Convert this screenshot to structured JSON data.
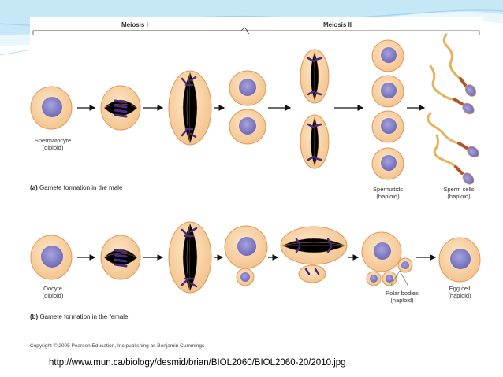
{
  "colors": {
    "cell_fill": "#f8d3a5",
    "cell_edge": "#dd9a5a",
    "nucleus": "#7d79c4",
    "chromosome": "#4a2c7a",
    "spindle": "#b8864a",
    "arrow": "#111111",
    "slide_accent": "#9fd6ee"
  },
  "figure": {
    "meiosis_1": "Meiosis I",
    "meiosis_2": "Meiosis II",
    "male": {
      "caption_letter": "(a)",
      "caption_text": "Gamete formation in the male",
      "start_label": "Spermatocyte",
      "start_sub": "(diploid)",
      "spermatids_label": "Spermatids",
      "spermatids_sub": "(haploid)",
      "sperm_label": "Sperm cells",
      "sperm_sub": "(haploid)"
    },
    "female": {
      "caption_letter": "(b)",
      "caption_text": "Gamete formation in the female",
      "start_label": "Oocyte",
      "start_sub": "(diploid)",
      "polar_label": "Polar bodies",
      "polar_sub": "(haploid)",
      "egg_label": "Egg cell",
      "egg_sub": "(haploid)"
    },
    "copyright": "Copyright © 2005 Pearson Education, Inc.publishing as Benjamin Cummings"
  },
  "source_url": "http://www.mun.ca/biology/desmid/brian/BIOL2060/BIOL2060-20/2010.jpg"
}
